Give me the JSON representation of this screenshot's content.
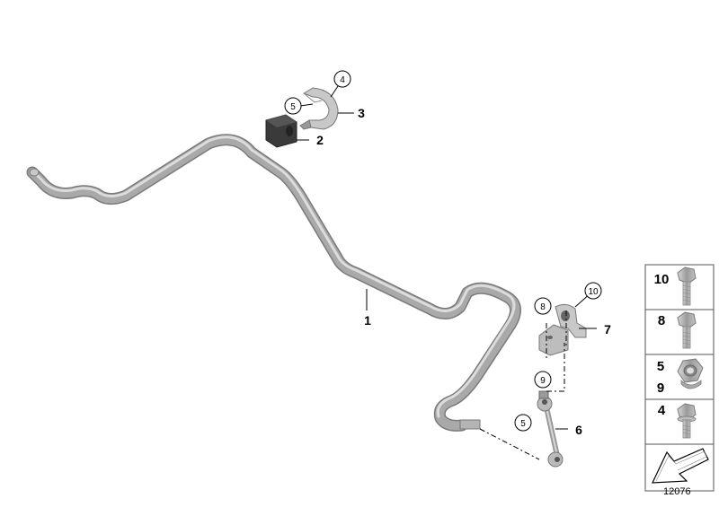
{
  "callouts": {
    "stabilizer_bar": "1",
    "rubber_mounting": "2",
    "bracket": "3",
    "link_bracket": "7",
    "link": "6"
  },
  "circled_refs": {
    "top_4": "4",
    "top_5": "5",
    "mid_8": "8",
    "mid_9": "9",
    "mid_10": "10",
    "link_5": "5"
  },
  "fastener_panel": {
    "rows": [
      {
        "label": "10",
        "icon": "hex-bolt-long"
      },
      {
        "label": "8",
        "icon": "hex-bolt"
      },
      {
        "label": "5",
        "label2": "9",
        "icon": "self-locking-nut"
      },
      {
        "label": "4",
        "icon": "hex-bolt-flange"
      },
      {
        "label": "",
        "icon": "direction-arrow"
      }
    ]
  },
  "diagram_number": "12076",
  "colors": {
    "bar": "#a6a6a6",
    "bar_highlight": "#dcdcdc",
    "rubber": "#3a3a3a",
    "panel_border": "#555555"
  }
}
